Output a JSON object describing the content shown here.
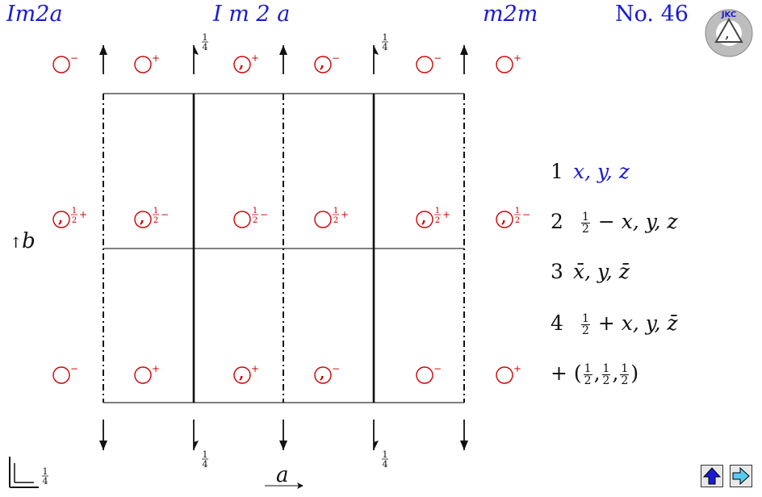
{
  "header": {
    "short_symbol": "Im2a",
    "full_symbol": "I m 2 a",
    "point_group": "m2m",
    "number": "No. 46"
  },
  "logo": {
    "text": "JKC"
  },
  "axes": {
    "a": "a",
    "b": "b",
    "quarter": "1/4"
  },
  "symbols": {
    "plus": "+",
    "minus": "−",
    "half_plus": "½+",
    "half_minus": "½−",
    "quarter_label": "1/4"
  },
  "coordinates": [
    {
      "index": "1",
      "text": "x, y, z"
    },
    {
      "index": "2",
      "prefix": "1/2",
      "text": "− x, y, z"
    },
    {
      "index": "3",
      "text": "x̄, y, z̄"
    },
    {
      "index": "4",
      "prefix": "1/2",
      "text": "+ x, y, z̄"
    }
  ],
  "centering": {
    "label": "+",
    "vector": "(1/2, 1/2, 1/2)"
  },
  "nav": {
    "up": "up-arrow",
    "next": "next-arrow"
  },
  "colors": {
    "blue": "#1a1ad6",
    "red": "#cc0000",
    "black": "#111111",
    "cyan": "#55ccee"
  }
}
